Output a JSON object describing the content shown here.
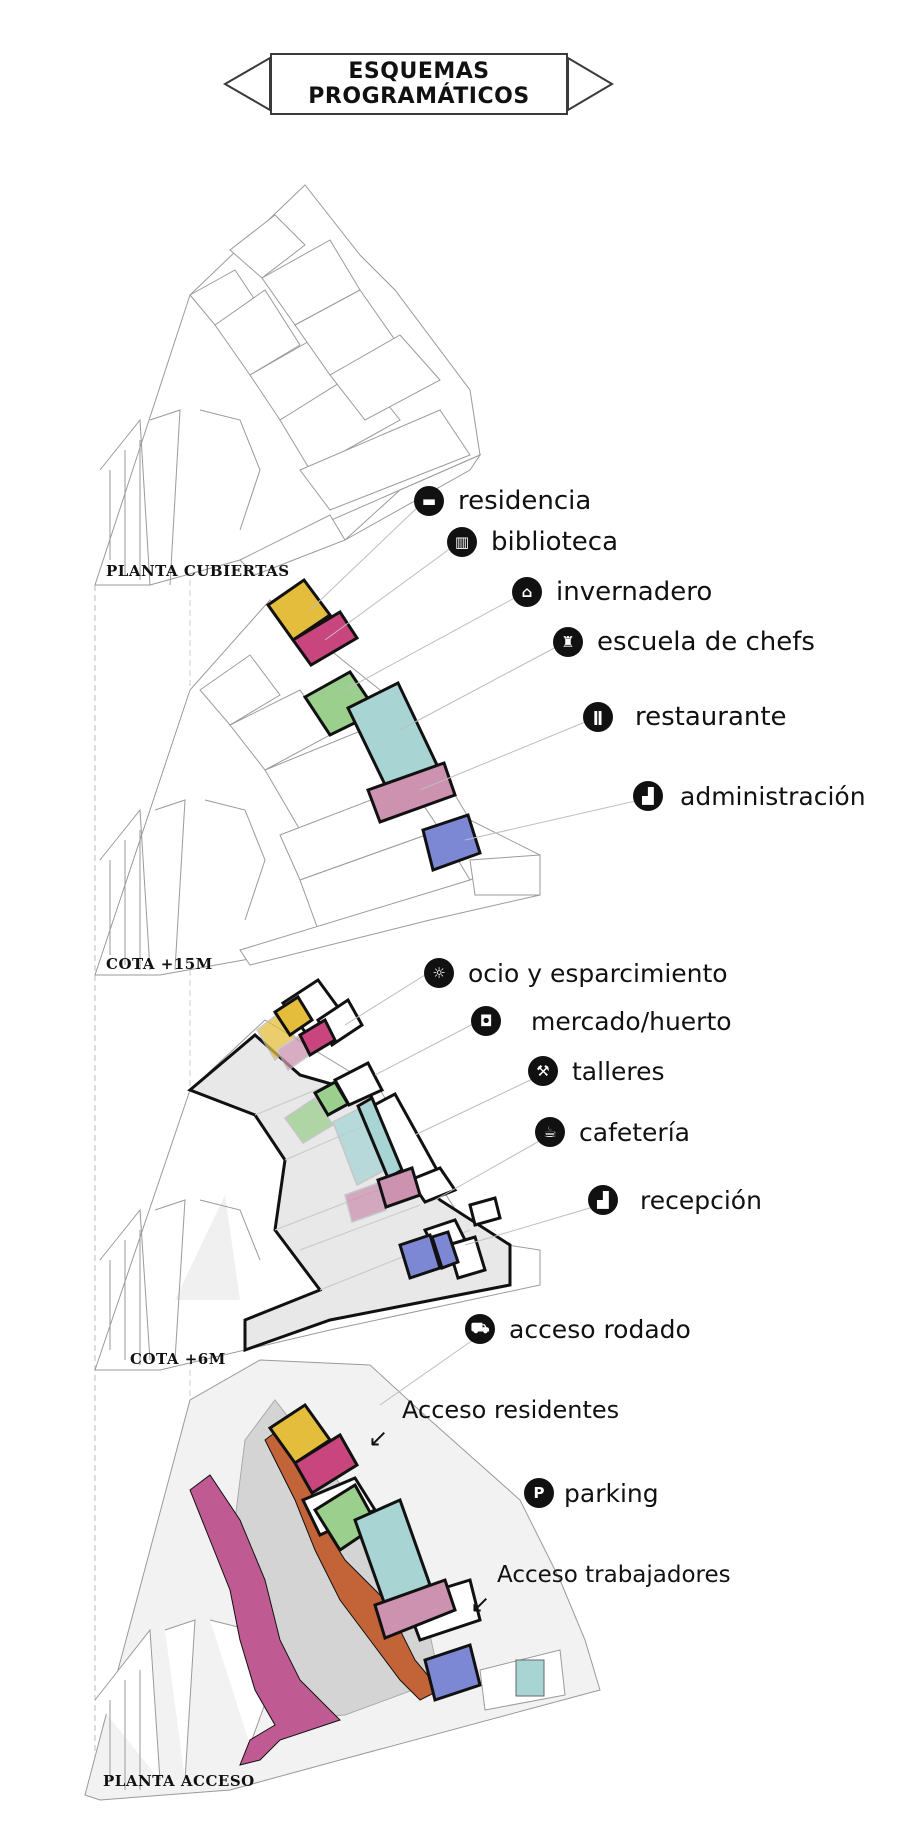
{
  "title": {
    "line1": "ESQUEMAS",
    "line2": "PROGRAMÁTICOS"
  },
  "floors": {
    "cubiertas": "PLANTA CUBIERTAS",
    "cota15": "COTA +15M",
    "cota6": "COTA +6M",
    "acceso": "PLANTA ACCESO"
  },
  "legend_upper": [
    {
      "label": "residencia",
      "icon": "bed-icon",
      "glyph": "▬",
      "color": "#e4bd3c"
    },
    {
      "label": "biblioteca",
      "icon": "book-icon",
      "glyph": "▥",
      "color": "#c8457e"
    },
    {
      "label": "invernadero",
      "icon": "greenhouse-icon",
      "glyph": "⌂",
      "color": "#9bcf8d"
    },
    {
      "label": "escuela de chefs",
      "icon": "chef-hat-icon",
      "glyph": "♜",
      "color": "#a8d5d4"
    },
    {
      "label": "restaurante",
      "icon": "cutlery-icon",
      "glyph": "ǁ",
      "color": "#cc92b0"
    },
    {
      "label": "administración",
      "icon": "desk-icon",
      "glyph": "▟",
      "color": "#7d88d4"
    }
  ],
  "legend_lower": [
    {
      "label": "ocio y esparcimiento",
      "icon": "leisure-icon",
      "glyph": "☼"
    },
    {
      "label": "mercado/huerto",
      "icon": "shopping-bag-icon",
      "glyph": "◘"
    },
    {
      "label": "talleres",
      "icon": "workshop-icon",
      "glyph": "⚒"
    },
    {
      "label": "cafetería",
      "icon": "coffee-icon",
      "glyph": "☕"
    },
    {
      "label": "recepción",
      "icon": "reception-icon",
      "glyph": "▟"
    },
    {
      "label": "acceso rodado",
      "icon": "truck-icon",
      "glyph": "⛟"
    }
  ],
  "access": {
    "residentes": "Acceso residentes",
    "trabajadores": "Acceso trabajadores",
    "parking": "parking",
    "parking_glyph": "P",
    "parking_icon": "parking-icon",
    "arrow_icon": "arrow-down-left-icon"
  },
  "colors": {
    "residencia": "#e4bd3c",
    "biblioteca": "#c8457e",
    "invernadero": "#9bcf8d",
    "escuela": "#a8d5d4",
    "restaurante": "#cc92b0",
    "administracion": "#7d88d4",
    "acceso_orange": "#c26338",
    "acceso_magenta": "#c05a93",
    "floor_grey": "#e8e8e8",
    "slab_grey": "#d4d4d4",
    "line": "#9a9a9a"
  }
}
